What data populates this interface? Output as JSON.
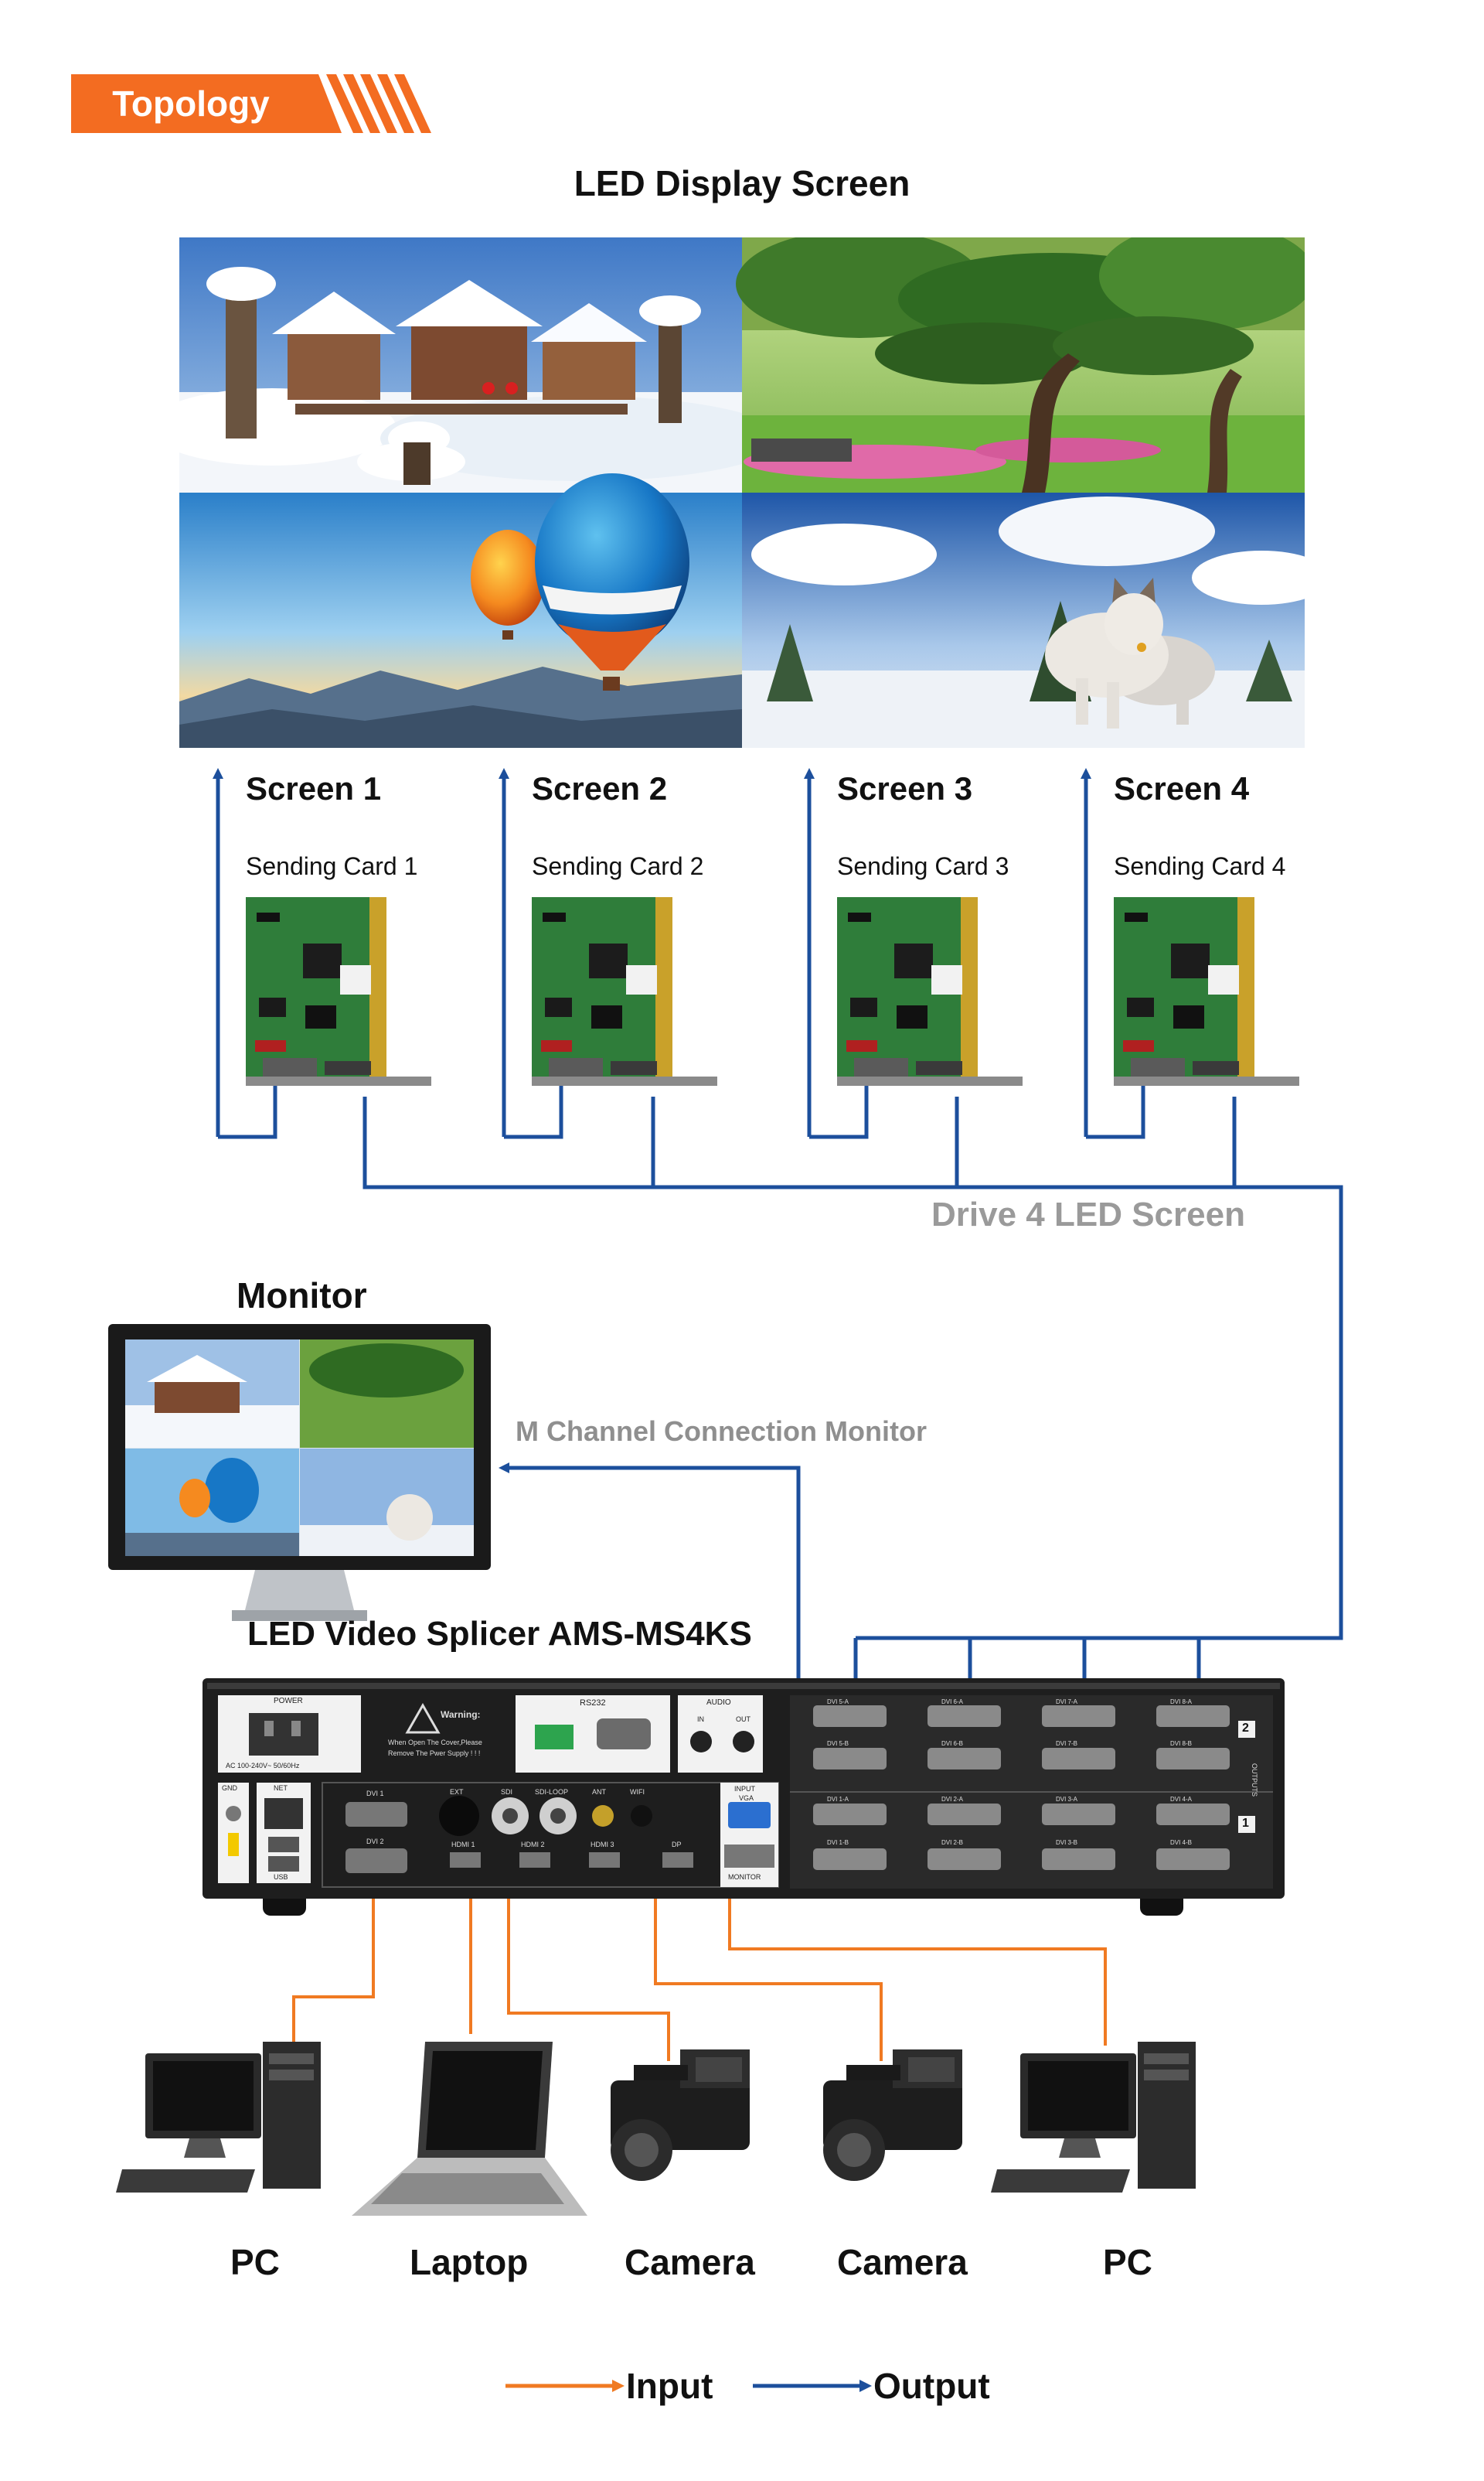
{
  "banner": {
    "label": "Topology",
    "color": "#f36c21"
  },
  "led_display": {
    "title": "LED Display Screen",
    "tiles": [
      {
        "name": "winter-village-photo"
      },
      {
        "name": "pine-garden-photo"
      },
      {
        "name": "hot-air-balloons-photo"
      },
      {
        "name": "husky-dog-snow-photo"
      }
    ]
  },
  "screens": [
    {
      "label": "Screen 1",
      "card": "Sending Card 1"
    },
    {
      "label": "Screen 2",
      "card": "Sending Card 2"
    },
    {
      "label": "Screen 3",
      "card": "Sending Card 3"
    },
    {
      "label": "Screen 4",
      "card": "Sending Card 4"
    }
  ],
  "drive_label": "Drive 4 LED Screen",
  "monitor": {
    "title": "Monitor",
    "connection_label": "M Channel Connection Monitor"
  },
  "splicer": {
    "title": "LED Video Splicer AMS-MS4KS",
    "panel": {
      "power": "POWER",
      "power_rating": "AC 100-240V~ 50/60Hz",
      "warning_title": "Warning:",
      "warning_line1": "When Open The Cover,Please",
      "warning_line2": "Remove The Pwer Supply ! ! !",
      "rs232": "RS232",
      "audio": "AUDIO",
      "audio_in": "IN",
      "audio_out": "OUT",
      "gnd": "GND",
      "net": "NET",
      "usb": "USB",
      "dvi1": "DVI 1",
      "dvi2": "DVI 2",
      "ext": "EXT",
      "sdi": "SDI",
      "sdi_loop": "SDI-LOOP",
      "ant": "ANT",
      "wifi": "WIFI",
      "hdmi1": "HDMI 1",
      "hdmi2": "HDMI 2",
      "hdmi3": "HDMI 3",
      "dp": "DP",
      "input": "INPUT",
      "vga": "VGA",
      "monitor": "MONITOR",
      "outputs": "OUTPUTS",
      "group1": "1",
      "group2": "2",
      "out_row1": [
        "DVI 5-A",
        "DVI 6-A",
        "DVI 7-A",
        "DVI 8-A"
      ],
      "out_row2": [
        "DVI 5-B",
        "DVI 6-B",
        "DVI 7-B",
        "DVI 8-B"
      ],
      "out_row3": [
        "DVI 1-A",
        "DVI 2-A",
        "DVI 3-A",
        "DVI 4-A"
      ],
      "out_row4": [
        "DVI 1-B",
        "DVI 2-B",
        "DVI 3-B",
        "DVI 4-B"
      ]
    }
  },
  "sources": [
    {
      "label": "PC",
      "icon": "desktop-pc-icon"
    },
    {
      "label": "Laptop",
      "icon": "laptop-icon"
    },
    {
      "label": "Camera",
      "icon": "video-camera-icon"
    },
    {
      "label": "Camera",
      "icon": "video-camera-icon"
    },
    {
      "label": "PC",
      "icon": "desktop-pc-icon"
    }
  ],
  "legend": {
    "input_label": "Input",
    "output_label": "Output",
    "input_color": "#f07a22",
    "output_color": "#1c4f9c"
  }
}
